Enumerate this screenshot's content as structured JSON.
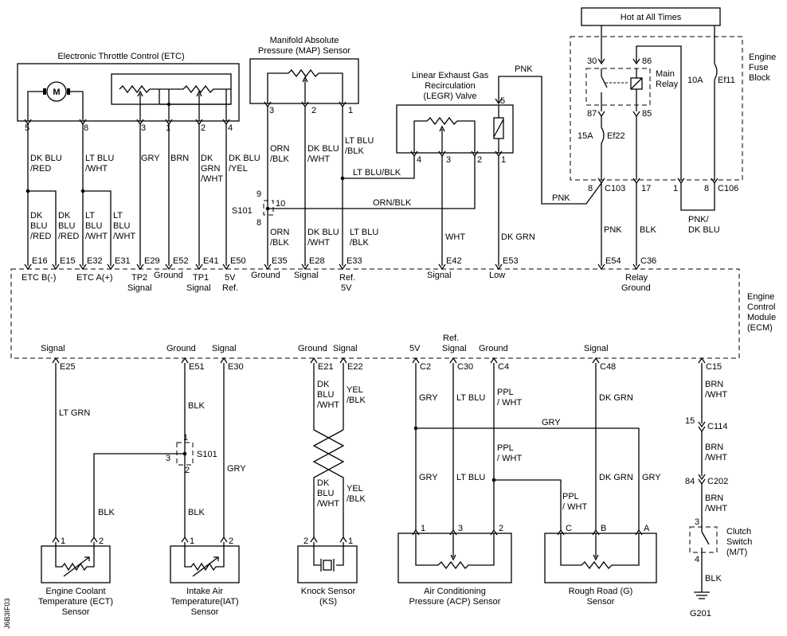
{
  "modules": {
    "etc": "Electronic Throttle Control (ETC)",
    "map_1": "Manifold Absolute",
    "map_2": "Pressure (MAP) Sensor",
    "legr_1": "Linear Exhaust Gas",
    "legr_2": "Recirculation",
    "legr_3": "(LEGR) Valve",
    "hot": "Hot at All Times",
    "fuse_1": "Engine",
    "fuse_2": "Fuse",
    "fuse_3": "Block",
    "main_relay_1": "Main",
    "main_relay_2": "Relay",
    "ecm_1": "Engine",
    "ecm_2": "Control",
    "ecm_3": "Module",
    "ecm_4": "(ECM)",
    "ect_1": "Engine Coolant",
    "ect_2": "Temperature (ECT)",
    "ect_3": "Sensor",
    "iat_1": "Intake Air",
    "iat_2": "Temperature(IAT)",
    "iat_3": "Sensor",
    "ks_1": "Knock Sensor",
    "ks_2": "(KS)",
    "acp_1": "Air Conditioning",
    "acp_2": "Pressure (ACP) Sensor",
    "rr_1": "Rough Road (G)",
    "rr_2": "Sensor",
    "clutch_1": "Clutch",
    "clutch_2": "Switch",
    "clutch_3": "(M/T)",
    "ground": "G201",
    "code": "J6B3IF03"
  },
  "fuses": {
    "ef11_amp": "10A",
    "ef11": "Ef11",
    "ef22_amp": "15A",
    "ef22": "Ef22"
  },
  "pins": {
    "etc_5": "5",
    "etc_8": "8",
    "etc_3": "3",
    "etc_1": "1",
    "etc_2": "2",
    "etc_4": "4",
    "map_3": "3",
    "map_2": "2",
    "map_1": "1",
    "legr_5": "5",
    "legr_4": "4",
    "legr_3": "3",
    "legr_2": "2",
    "legr_1": "1",
    "relay_30": "30",
    "relay_86": "86",
    "relay_87": "87",
    "relay_85": "85",
    "c103_8": "8",
    "c103": "C103",
    "c103_17": "17",
    "c106_1": "1",
    "c106_8": "8",
    "c106": "C106",
    "s101_9": "9",
    "s101_10": "10",
    "s101_8": "8",
    "s101": "S101",
    "s101b_1": "1",
    "s101b_3": "3",
    "s101b_2": "2",
    "s101b": "S101",
    "c114_15": "15",
    "c114": "C114",
    "c202_84": "84",
    "c202": "C202",
    "ect_p1": "1",
    "ect_p2": "2",
    "iat_p1": "1",
    "iat_p2": "2",
    "ks_p2": "2",
    "ks_p1": "1",
    "acp_p1": "1",
    "acp_p3": "3",
    "acp_p2": "2",
    "rr_c": "C",
    "rr_b": "B",
    "rr_a": "A",
    "clutch_3": "3",
    "clutch_4": "4"
  },
  "wires": {
    "w_etc5": [
      "DK BLU",
      "/RED"
    ],
    "w_etc8": [
      "LT BLU",
      "/WHT"
    ],
    "w_gry": "GRY",
    "w_brn": "BRN",
    "w_etc2": [
      "DK",
      "GRN",
      "/WHT"
    ],
    "w_etc4": [
      "DK BLU",
      "/YEL"
    ],
    "w_e16": [
      "DK",
      "BLU",
      "/RED"
    ],
    "w_e15": [
      "DK",
      "BLU",
      "/RED"
    ],
    "w_e32": [
      "LT",
      "BLU",
      "/WHT"
    ],
    "w_e31": [
      "LT",
      "BLU",
      "/WHT"
    ],
    "w_map3": [
      "ORN",
      "/BLK"
    ],
    "w_map3b": [
      "ORN",
      "/BLK"
    ],
    "w_map2": [
      "DK BLU",
      "/WHT"
    ],
    "w_map2b": [
      "DK BLU",
      "/WHT"
    ],
    "w_map1": [
      "LT BLU",
      "/BLK"
    ],
    "w_map1b": [
      "LT BLU",
      "/BLK"
    ],
    "w_ltblublk": "LT BLU/BLK",
    "w_ornblk": "ORN/BLK",
    "w_pnk_top": "PNK",
    "w_pnk_mid": "PNK",
    "w_wht": "WHT",
    "w_dkgrn": "DK GRN",
    "w_pnk_e54": "PNK",
    "w_blk_c36": "BLK",
    "w_pnkdkblu": [
      "PNK/",
      "DK BLU"
    ],
    "w_ltgrn": "LT GRN",
    "w_blk_ect": "BLK",
    "w_blk_e51": "BLK",
    "w_blk_e51b": "BLK",
    "w_gry_e30": "GRY",
    "w_ks1": [
      "DK",
      "BLU",
      "/WHT"
    ],
    "w_ks2": [
      "YEL",
      "/BLK"
    ],
    "w_ks1b": [
      "DK",
      "BLU",
      "/WHT"
    ],
    "w_ks2b": [
      "YEL",
      "/BLK"
    ],
    "w_gry_c2": "GRY",
    "w_gry_c2b": "GRY",
    "w_ltblu_c30": "LT BLU",
    "w_ltblu_c30b": "LT BLU",
    "w_ppl_c4": [
      "PPL",
      "/ WHT"
    ],
    "w_ppl_c4b": [
      "PPL",
      "/ WHT"
    ],
    "w_ppl_c4c": [
      "PPL",
      "/ WHT"
    ],
    "w_gry_h": "GRY",
    "w_dkgrn_c48": "DK GRN",
    "w_dkgrn_c48b": "DK GRN",
    "w_gry_a": "GRY",
    "w_brnwht1": [
      "BRN",
      "/WHT"
    ],
    "w_brnwht2": [
      "BRN",
      "/WHT"
    ],
    "w_brnwht3": [
      "BRN",
      "/WHT"
    ],
    "w_blk_clutch": "BLK"
  },
  "ecm_terms_top": {
    "e16": "E16",
    "e15": "E15",
    "e32": "E32",
    "e31": "E31",
    "e29": "E29",
    "e52": "E52",
    "e41": "E41",
    "e50": "E50",
    "e35": "E35",
    "e28": "E28",
    "e33": "E33",
    "e42": "E42",
    "e53": "E53",
    "e54": "E54",
    "c36": "C36"
  },
  "ecm_labels_top": {
    "etcb": "ETC B(-)",
    "etca": "ETC A(+)",
    "tp2_1": "TP2",
    "tp2_2": "Signal",
    "gnd1": "Ground",
    "tp1_1": "TP1",
    "tp1_2": "Signal",
    "v5_1": "5V",
    "v5_2": "Ref.",
    "gnd_e35": "Ground",
    "sig_e28": "Signal",
    "ref_1": "Ref.",
    "ref_2": "5V",
    "sig_e42": "Signal",
    "low_e53": "Low",
    "relay_1": "Relay",
    "relay_2": "Ground"
  },
  "ecm_terms_bottom": {
    "e25": "E25",
    "e51": "E51",
    "e30": "E30",
    "e21": "E21",
    "e22": "E22",
    "c2": "C2",
    "c30": "C30",
    "c4": "C4",
    "c48": "C48",
    "c15": "C15"
  },
  "ecm_labels_bottom": {
    "sig_e25": "Signal",
    "gnd_e51": "Ground",
    "sig_e30": "Signal",
    "gnd_e21": "Ground",
    "sig_e22": "Signal",
    "v5_c2": "5V",
    "ref_c30_1": "Ref.",
    "ref_c30_2": "Signal",
    "gnd_c4": "Ground",
    "sig_c48": "Signal"
  },
  "motor": "M"
}
